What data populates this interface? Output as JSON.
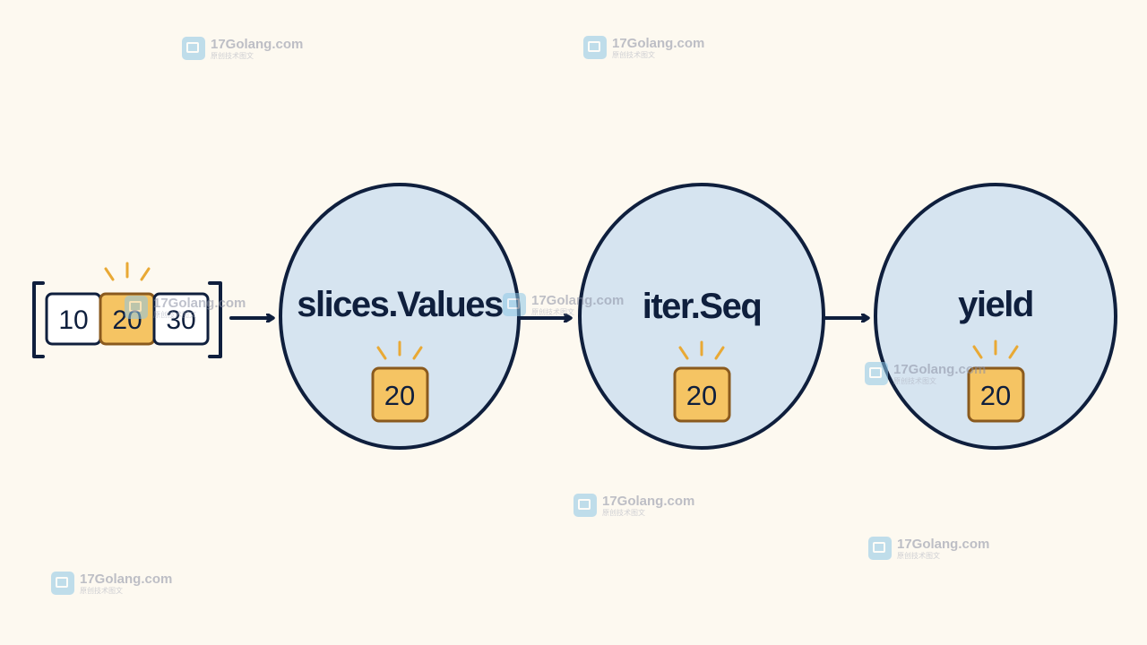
{
  "slice": {
    "values": [
      "10",
      "20",
      "30"
    ],
    "highlighted_index": 1
  },
  "nodes": [
    {
      "label": "slices.Values",
      "badge": "20"
    },
    {
      "label": "iter.Seq",
      "badge": "20"
    },
    {
      "label": "yield",
      "badge": "20"
    }
  ],
  "watermark": {
    "text": "17Golang.com",
    "subtext": "原创技术图文"
  },
  "colors": {
    "background": "#fdf9f0",
    "node_fill": "#d6e4f0",
    "stroke": "#0f1f3d",
    "highlight_fill": "#f5c463",
    "highlight_stroke": "#8a5a1e",
    "spark": "#e9a935",
    "watermark_icon": "#8ec7e6"
  }
}
